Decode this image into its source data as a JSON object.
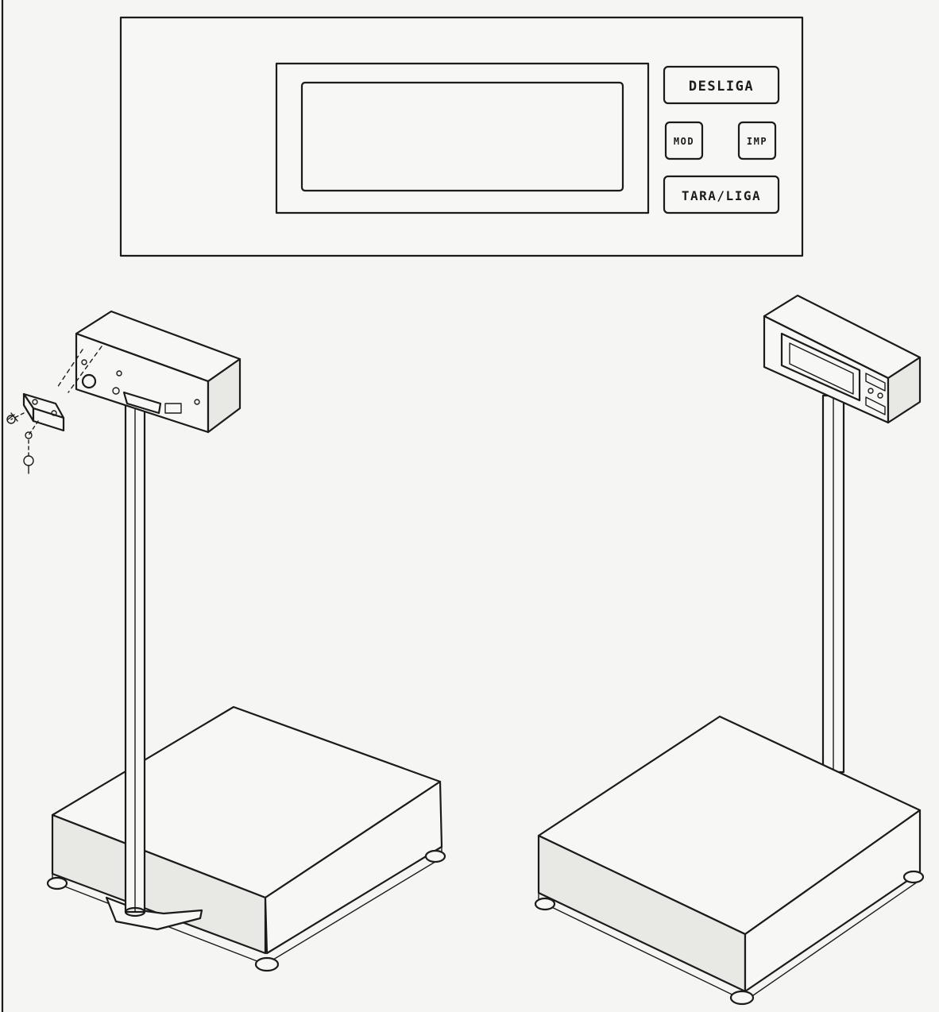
{
  "panel": {
    "buttons": {
      "off": "DESLIGA",
      "mod": "MOD",
      "imp": "IMP",
      "tare_on": "TARA/LIGA"
    }
  },
  "colors": {
    "ink": "#1b1b1b",
    "paper": "#f5f5f3"
  },
  "icons": {
    "connector": "db-connector-icon",
    "bracket": "mounting-bracket-icon"
  }
}
